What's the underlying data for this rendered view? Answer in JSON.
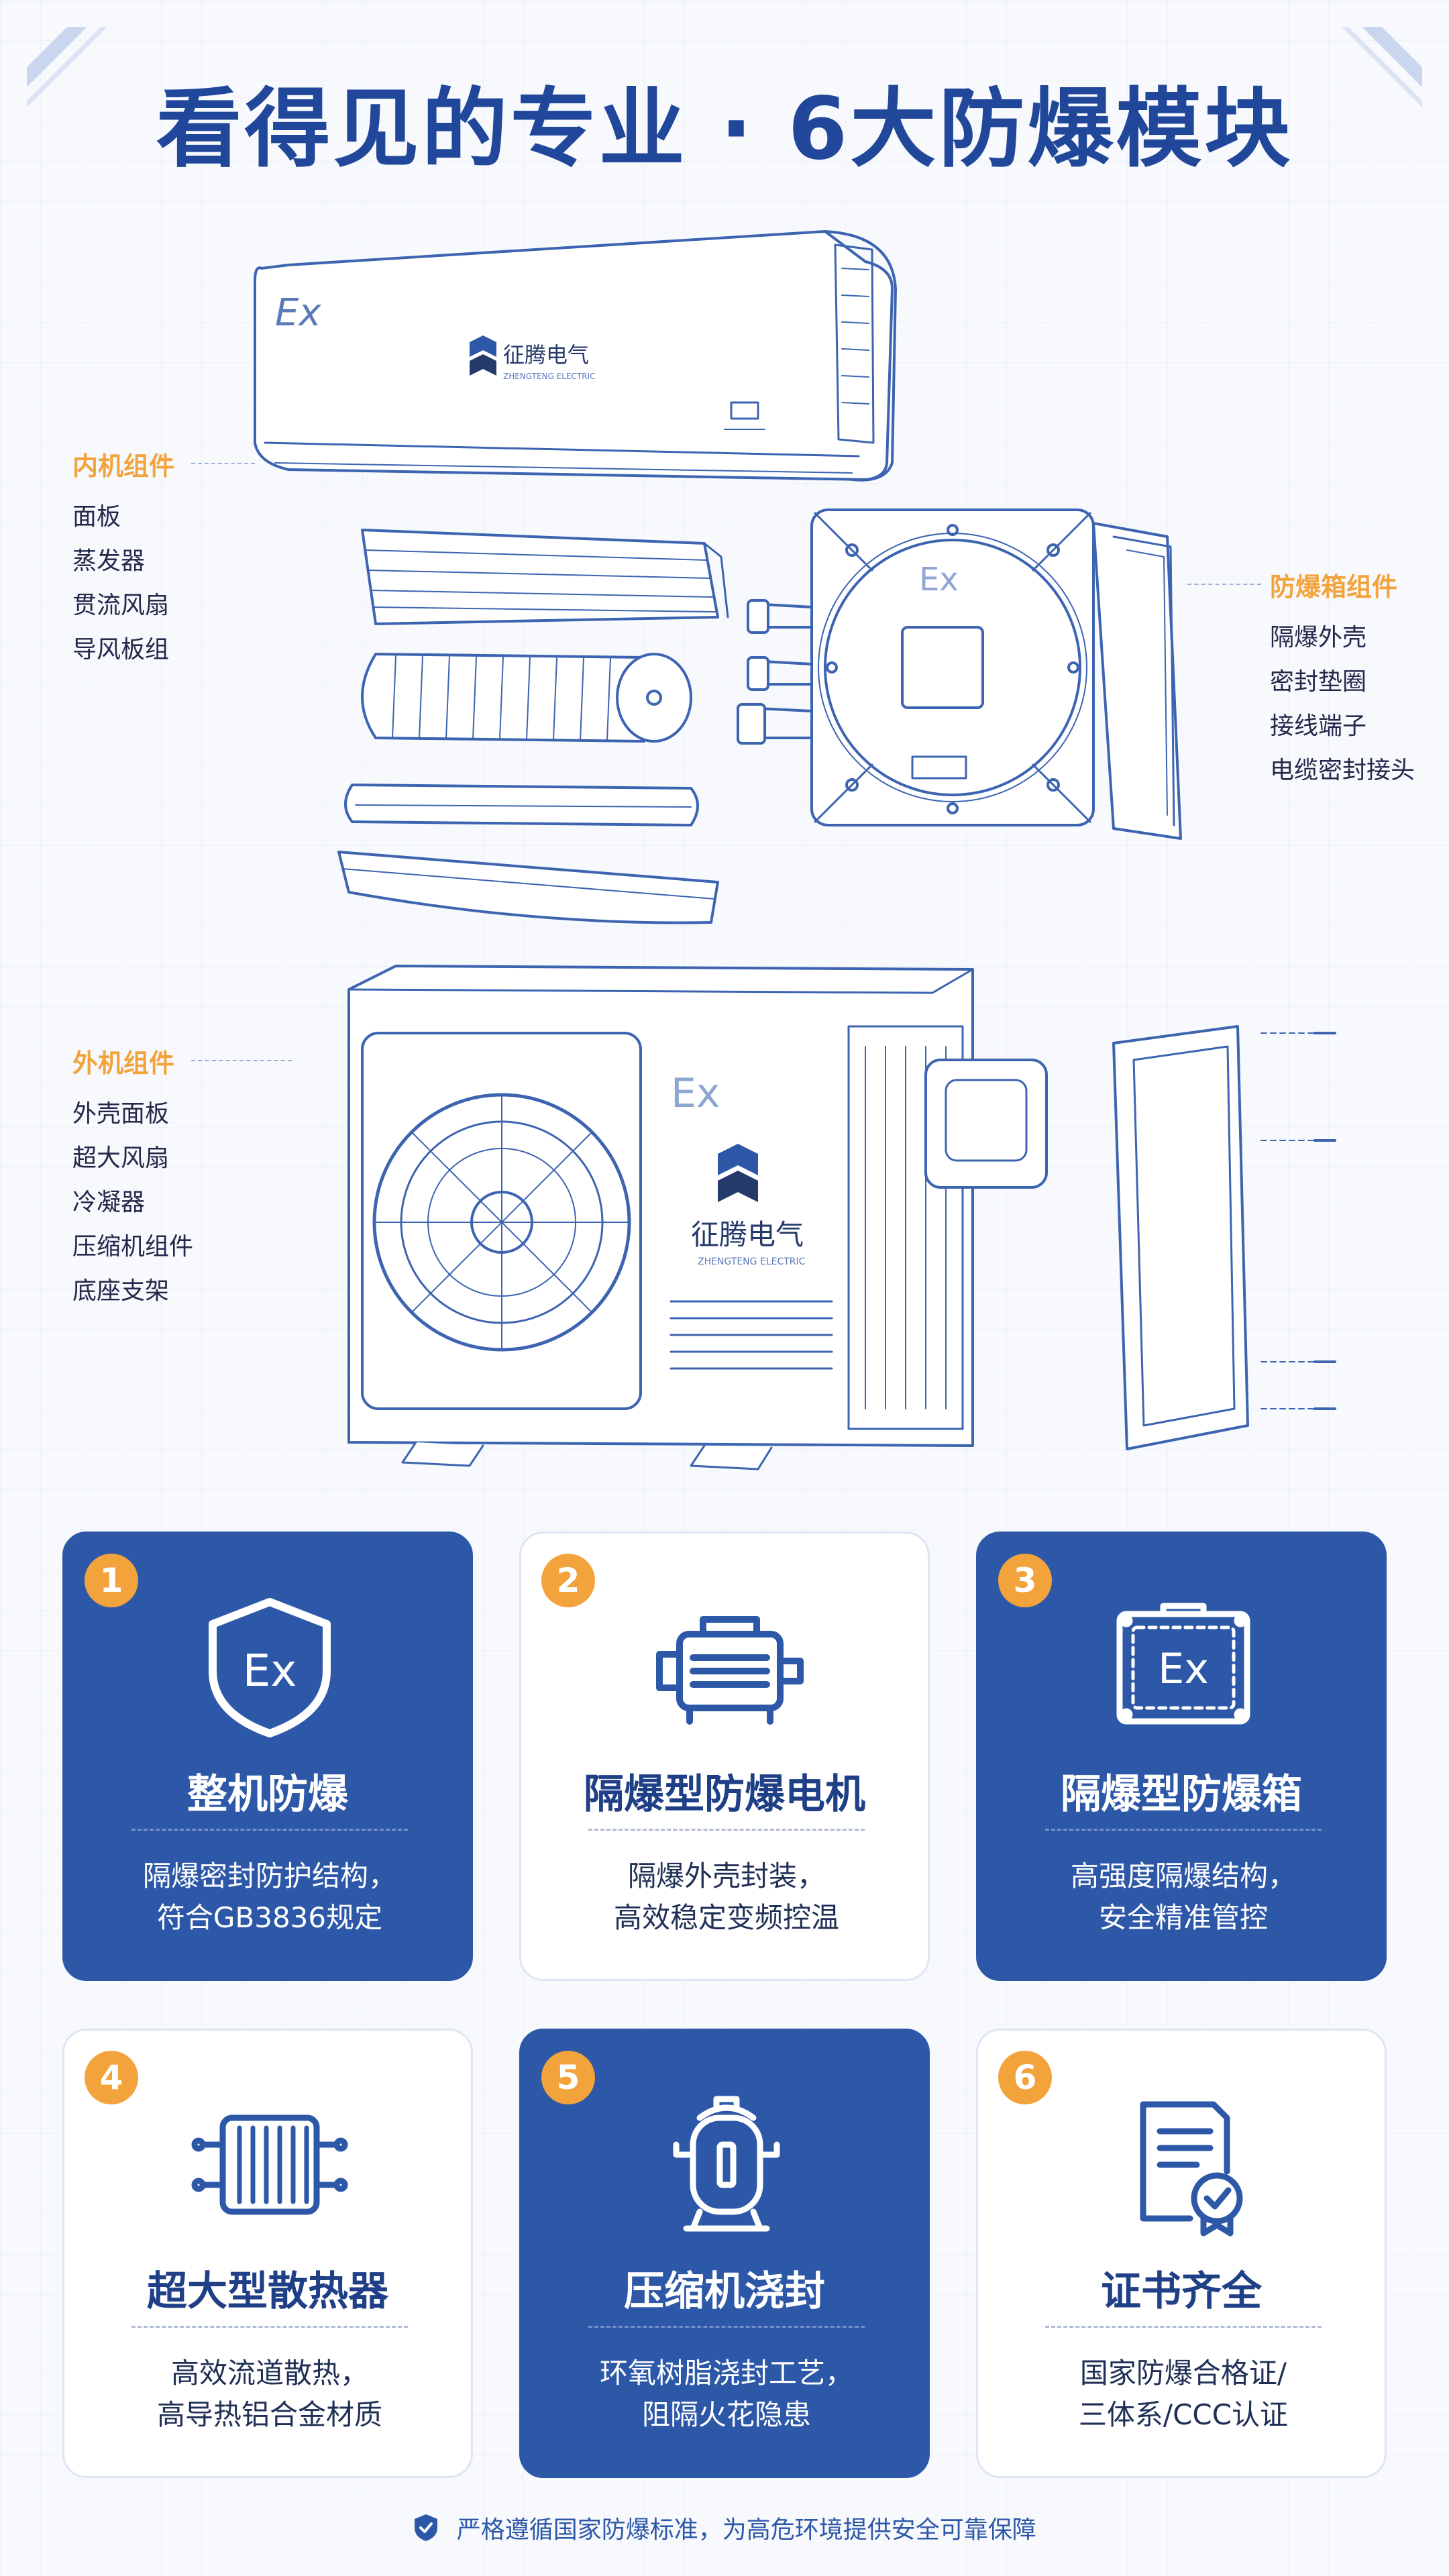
{
  "title": "看得见的专业 · 6大防爆模块",
  "brand": {
    "name": "征腾电气",
    "name_en": "ZHENGTENG ELECTRIC",
    "ex_mark": "Ex"
  },
  "indoor": {
    "label": "内机组件",
    "items": [
      "面板",
      "蒸发器",
      "贯流风扇",
      "导风板组"
    ]
  },
  "box": {
    "label": "防爆箱组件",
    "items": [
      "隔爆外壳",
      "密封垫圈",
      "接线端子",
      "电缆密封接头"
    ]
  },
  "outdoor": {
    "label": "外机组件",
    "items": [
      "外壳面板",
      "超大风扇",
      "冷凝器",
      "压缩机组件",
      "底座支架"
    ]
  },
  "modules": [
    {
      "num": "1",
      "title": "整机防爆",
      "desc1": "隔爆密封防护结构，",
      "desc2": "符合GB3836规定",
      "icon_label": "Ex"
    },
    {
      "num": "2",
      "title": "隔爆型防爆电机",
      "desc1": "隔爆外壳封装，",
      "desc2": "高效稳定变频控温"
    },
    {
      "num": "3",
      "title": "隔爆型防爆箱",
      "desc1": "高强度隔爆结构，",
      "desc2": "安全精准管控",
      "icon_label": "Ex"
    },
    {
      "num": "4",
      "title": "超大型散热器",
      "desc1": "高效流道散热，",
      "desc2": "高导热铝合金材质"
    },
    {
      "num": "5",
      "title": "压缩机浇封",
      "desc1": "环氧树脂浇封工艺，",
      "desc2": "阻隔火花隐患"
    },
    {
      "num": "6",
      "title": "证书齐全",
      "desc1": "国家防爆合格证/",
      "desc2": "三体系/CCC认证"
    }
  ],
  "icons": [
    "shield-ex-icon",
    "motor-icon",
    "explosion-box-icon",
    "radiator-icon",
    "compressor-icon",
    "certificate-icon",
    "footer-shield-icon"
  ],
  "colors": {
    "primary": "#2d58a8",
    "title": "#21479a",
    "accent": "#f3a33b",
    "line": "#3d64b0"
  },
  "footer": "严格遵循国家防爆标准，为高危环境提供安全可靠保障"
}
